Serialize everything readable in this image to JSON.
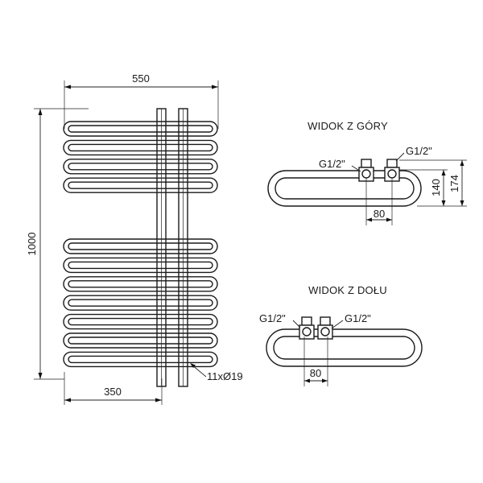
{
  "front_view": {
    "width_dim": "550",
    "height_dim": "1000",
    "center_dim": "350",
    "tube_note": "11xØ19",
    "upper_loops": 4,
    "lower_loops": 7
  },
  "top_view": {
    "title": "WIDOK Z GÓRY",
    "conn_left": "G1/2\"",
    "conn_right": "G1/2\"",
    "spacing_dim": "80",
    "depth_inner": "140",
    "depth_outer": "174"
  },
  "bottom_view": {
    "title": "WIDOK Z DOŁU",
    "conn_left": "G1/2\"",
    "conn_right": "G1/2\"",
    "spacing_dim": "80"
  }
}
